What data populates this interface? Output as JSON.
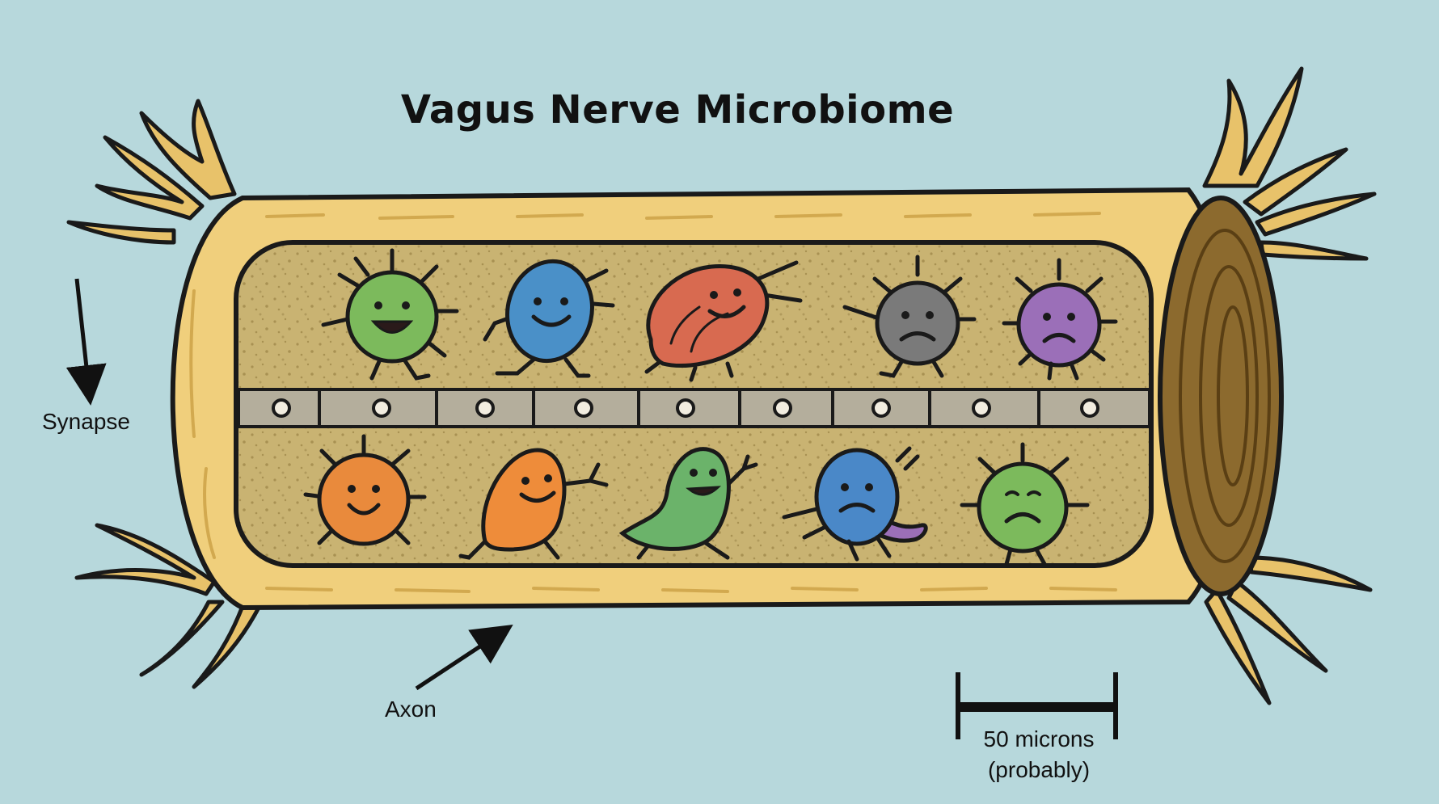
{
  "title": "Vagus Nerve Microbiome",
  "labels": {
    "synapse": "Synapse",
    "axon": "Axon",
    "scale_value": "50 microns",
    "scale_note": "(probably)"
  },
  "colors": {
    "background": "#b7d8dc",
    "nerve": "#f0cf7c",
    "inner_chamber": "#c9b372",
    "divider": "#b4ae9c"
  },
  "microbes_top_row": [
    {
      "color": "#7cba5c",
      "mood": "happy"
    },
    {
      "color": "#4a90c8",
      "mood": "happy"
    },
    {
      "color": "#d86a50",
      "mood": "happy"
    },
    {
      "color": "#7a7a7a",
      "mood": "sad"
    },
    {
      "color": "#9b6fb8",
      "mood": "sad"
    }
  ],
  "microbes_bottom_row": [
    {
      "color": "#e98a3c",
      "mood": "happy"
    },
    {
      "color": "#ee8c3a",
      "mood": "happy"
    },
    {
      "color": "#6bb36a",
      "mood": "happy"
    },
    {
      "color": "#4a88c8",
      "mood": "sad"
    },
    {
      "color": "#7cba5c",
      "mood": "sad"
    }
  ]
}
